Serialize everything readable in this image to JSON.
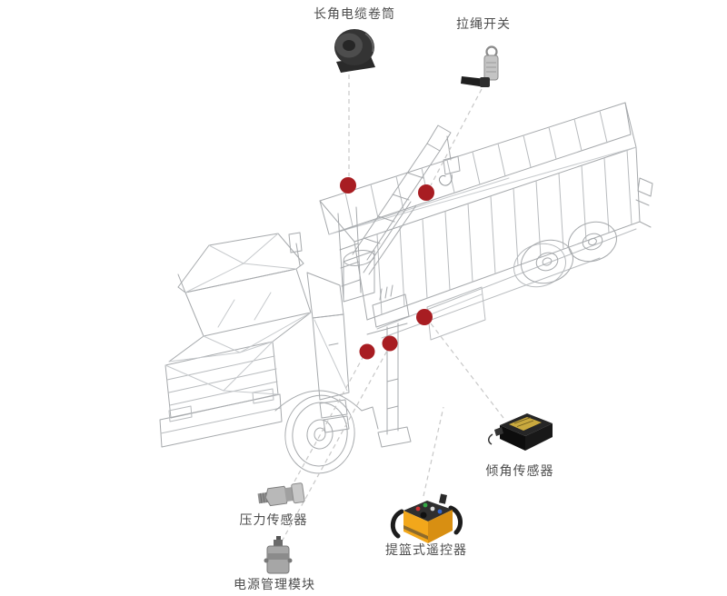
{
  "diagram": {
    "labels": {
      "cable_reel": "长角电缆卷筒",
      "pull_rope_switch": "拉绳开关",
      "tilt_sensor": "倾角传感器",
      "pressure_sensor": "压力传感器",
      "power_module": "电源管理模块",
      "remote_control": "提篮式遥控器"
    },
    "colors": {
      "background": "#ffffff",
      "marker_red": "#a81d22",
      "wireframe_gray": "#a6a9ac",
      "mesh_gray": "#c6c9cc",
      "connector_gray": "#c8c8c8",
      "label_text": "#4d4d4d",
      "remote_orange": "#f2a71b"
    }
  }
}
